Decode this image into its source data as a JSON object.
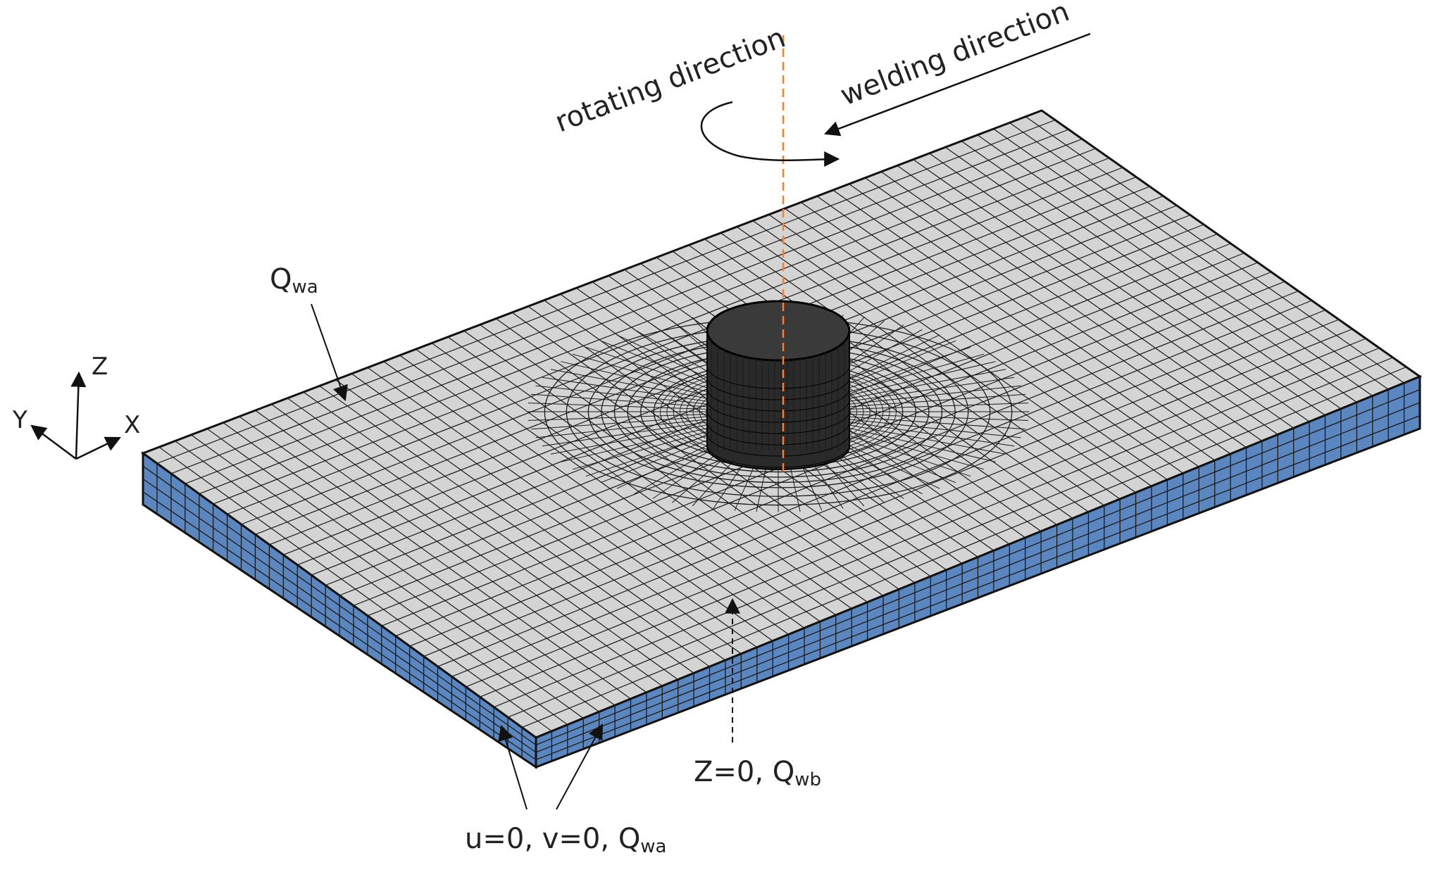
{
  "annotations": {
    "rotating": "rotating direction",
    "welding": "welding direction",
    "top_surface_main": "Q",
    "top_surface_sub": "wa",
    "bottom_main": "Z=0, Q",
    "bottom_sub": "wb",
    "sides_main": "u=0, v=0, Q",
    "sides_sub": "wa"
  },
  "axes": {
    "x": "X",
    "y": "Y",
    "z": "Z"
  },
  "colors": {
    "plate_top": "#d4d4d4",
    "plate_side": "#5b86c0",
    "mesh_line": "#1a1a1a",
    "axis_line": "#ff7b2e",
    "annotation": "#222222"
  },
  "icons": {
    "tool": "cylindrical-pin-tool-icon",
    "axis_triad": "xyz-axis-triad-icon"
  }
}
